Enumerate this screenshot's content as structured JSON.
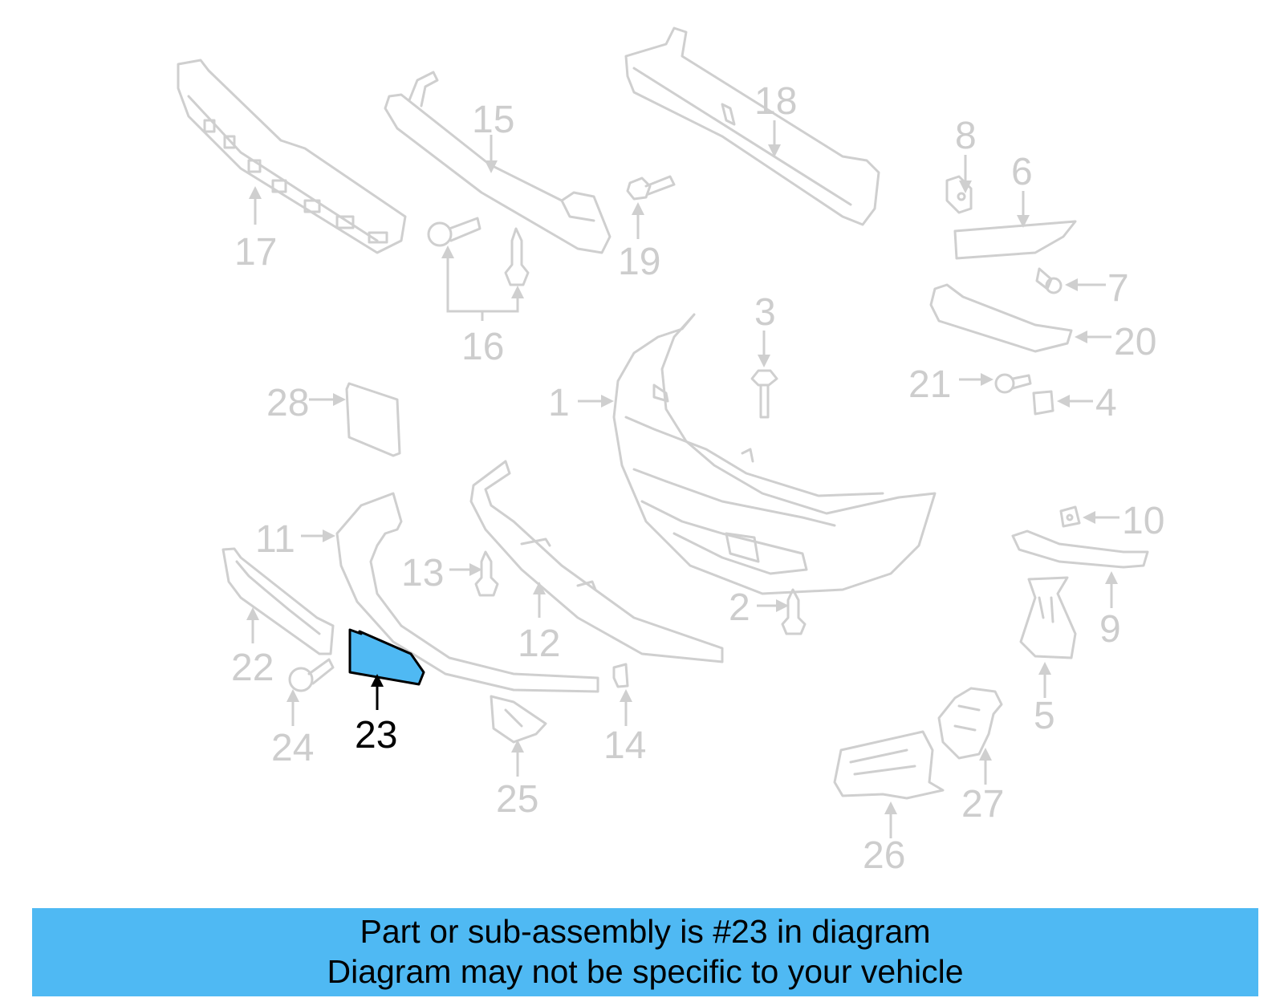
{
  "diagram": {
    "highlight_color": "#4fb9f3",
    "callout_color": "#cdcdcd",
    "highlighted_part": "23",
    "callouts": [
      {
        "id": "c1",
        "label": "1"
      },
      {
        "id": "c2",
        "label": "2"
      },
      {
        "id": "c3",
        "label": "3"
      },
      {
        "id": "c4",
        "label": "4"
      },
      {
        "id": "c5",
        "label": "5"
      },
      {
        "id": "c6",
        "label": "6"
      },
      {
        "id": "c7",
        "label": "7"
      },
      {
        "id": "c8",
        "label": "8"
      },
      {
        "id": "c9",
        "label": "9"
      },
      {
        "id": "c10",
        "label": "10"
      },
      {
        "id": "c11",
        "label": "11"
      },
      {
        "id": "c12",
        "label": "12"
      },
      {
        "id": "c13",
        "label": "13"
      },
      {
        "id": "c14",
        "label": "14"
      },
      {
        "id": "c15",
        "label": "15"
      },
      {
        "id": "c16",
        "label": "16"
      },
      {
        "id": "c17",
        "label": "17"
      },
      {
        "id": "c18",
        "label": "18"
      },
      {
        "id": "c19",
        "label": "19"
      },
      {
        "id": "c20",
        "label": "20"
      },
      {
        "id": "c21",
        "label": "21"
      },
      {
        "id": "c22",
        "label": "22"
      },
      {
        "id": "c23",
        "label": "23"
      },
      {
        "id": "c24",
        "label": "24"
      },
      {
        "id": "c25",
        "label": "25"
      },
      {
        "id": "c26",
        "label": "26"
      },
      {
        "id": "c27",
        "label": "27"
      },
      {
        "id": "c28",
        "label": "28"
      }
    ]
  },
  "banner": {
    "line1": "Part or sub-assembly is #23 in diagram",
    "line2": "Diagram may not be specific to your vehicle"
  }
}
